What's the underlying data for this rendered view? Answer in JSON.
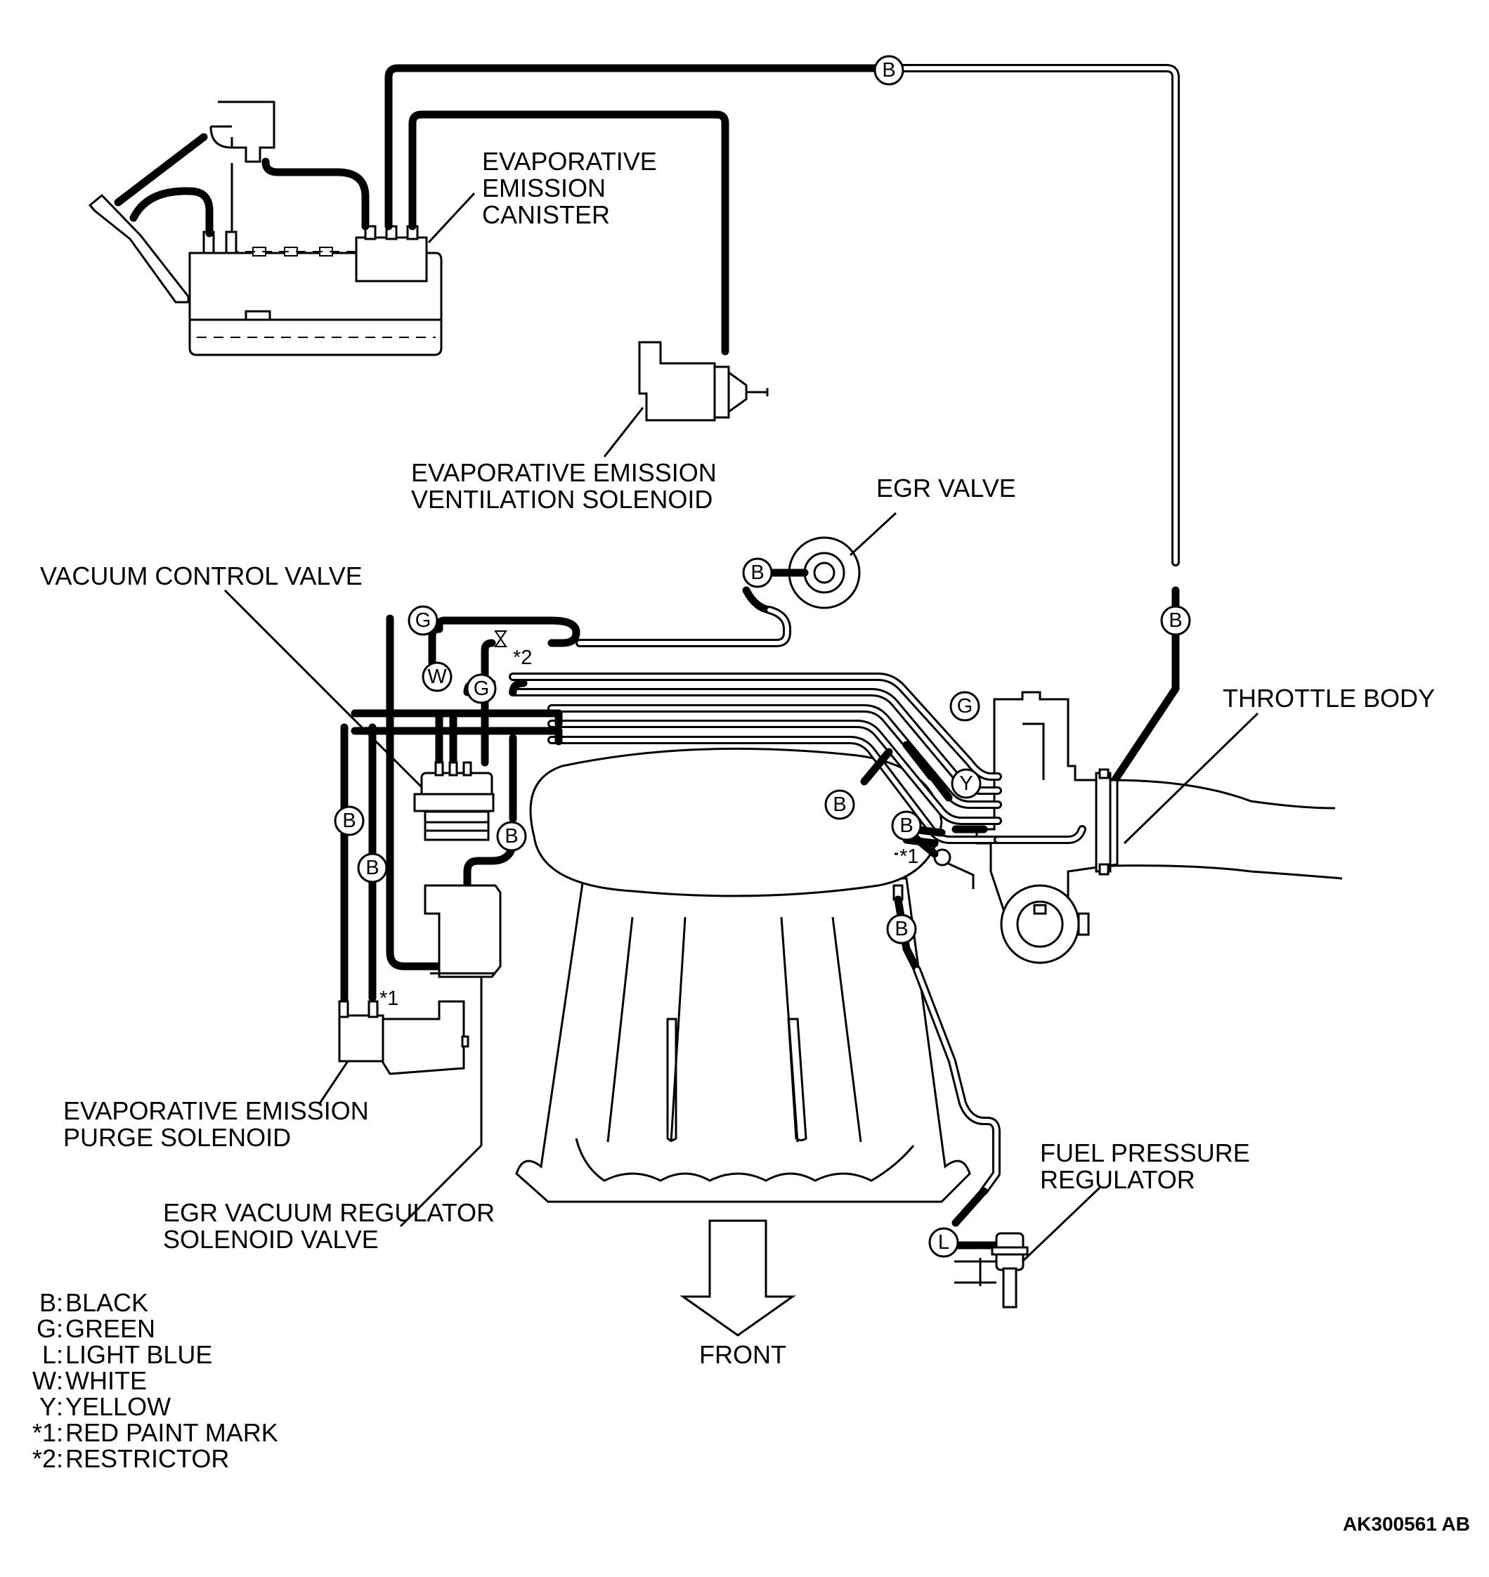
{
  "labels": {
    "canister": [
      "EVAPORATIVE",
      "EMISSION",
      "CANISTER"
    ],
    "ventilation_solenoid": [
      "EVAPORATIVE EMISSION",
      "VENTILATION SOLENOID"
    ],
    "egr_valve": "EGR VALVE",
    "vacuum_control_valve": "VACUUM CONTROL VALVE",
    "throttle_body": "THROTTLE BODY",
    "purge_solenoid": [
      "EVAPORATIVE EMISSION",
      "PURGE SOLENOID"
    ],
    "egr_vacuum_regulator": [
      "EGR VACUUM REGULATOR",
      "SOLENOID VALVE"
    ],
    "fuel_pressure_regulator": [
      "FUEL PRESSURE",
      "REGULATOR"
    ],
    "front": "FRONT"
  },
  "hose_tags": {
    "top": "B",
    "right": "B",
    "egr": "B",
    "vcv_g": "G",
    "vcv_w": "W",
    "vcv_g2": "G",
    "throttle_g": "G",
    "throttle_y": "Y",
    "throttle_b1": "B",
    "throttle_b2": "B",
    "left_b1": "B",
    "left_b2": "B",
    "vcv_b": "B",
    "fpr_b": "B",
    "fpr_l": "L"
  },
  "marks": {
    "restrictor": "*2",
    "paint_left": "*1",
    "paint_right": "*1"
  },
  "legend": [
    {
      "key": "B",
      "sep": ":",
      "text": "BLACK"
    },
    {
      "key": "G",
      "sep": ":",
      "text": "GREEN"
    },
    {
      "key": "L",
      "sep": ":",
      "text": "LIGHT BLUE"
    },
    {
      "key": "W",
      "sep": ":",
      "text": "WHITE"
    },
    {
      "key": "Y",
      "sep": ":",
      "text": "YELLOW"
    },
    {
      "key": "*1",
      "sep": ":",
      "text": "RED PAINT MARK"
    },
    {
      "key": "*2",
      "sep": ":",
      "text": "RESTRICTOR"
    }
  ],
  "figure_code": "AK300561 AB"
}
